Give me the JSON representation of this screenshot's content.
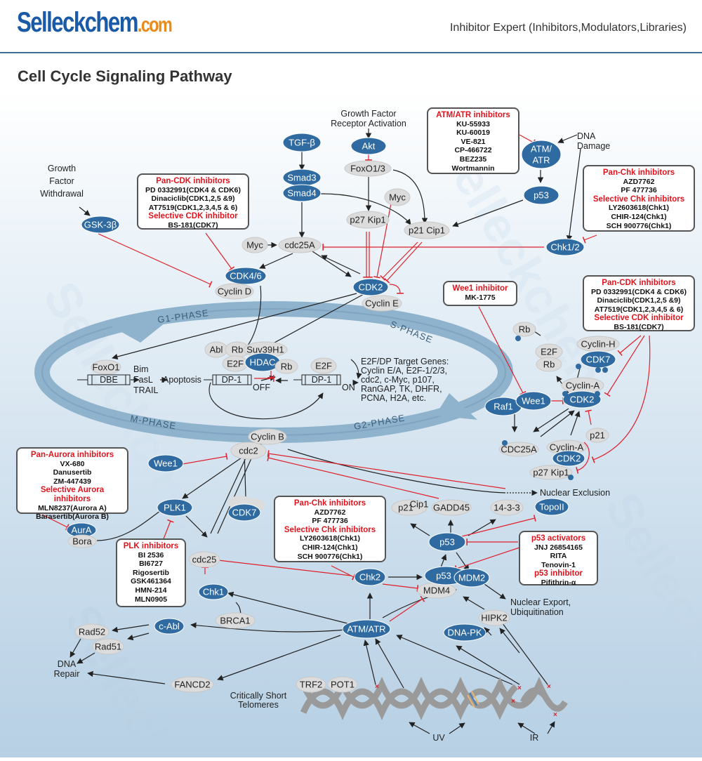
{
  "header": {
    "logo_main": "Selleckchem",
    "logo_domain": ".com",
    "tagline": "Inhibitor Expert (Inhibitors,Modulators,Libraries)"
  },
  "page_title": "Cell Cycle Signaling Pathway",
  "colors": {
    "protein_blue": "#2f6aa0",
    "protein_gray": "#dcdcdc",
    "inhibitor_red": "#e0202a",
    "brand_blue": "#1a5aa6",
    "brand_orange": "#e98a1a"
  },
  "labels": {
    "gf_receptor": [
      "Growth Factor",
      "Receptor Activation"
    ],
    "gf_withdrawal": [
      "Growth",
      "Factor",
      "Withdrawal"
    ],
    "dna_damage": [
      "DNA",
      "Damage"
    ],
    "bim_fasl_trail": [
      "Bim",
      "FasL",
      "TRAIL"
    ],
    "apoptosis": "Apoptosis",
    "off": "OFF",
    "on": "ON",
    "dbe": "DBE",
    "dp1_a": "DP-1",
    "dp1_b": "DP-1",
    "target_genes": [
      "E2F/DP Target Genes:",
      "Cyclin E/A, E2F-1/2/3,",
      "cdc2, c-Myc, p107,",
      "RanGAP, TK, DHFR,",
      "PCNA, H2A, etc."
    ],
    "nuclear_exclusion": "Nuclear Exclusion",
    "nuclear_export": [
      "Nuclear Export,",
      "Ubiquitination"
    ],
    "dna_repair": [
      "DNA",
      "Repair"
    ],
    "short_telomeres": [
      "Critically Short",
      "Telomeres"
    ],
    "uv": "UV",
    "ir": "IR",
    "phases": {
      "g1": "G1-PHASE",
      "s": "S-PHASE",
      "g2": "G2-PHASE",
      "m": "M-PHASE"
    }
  },
  "nodes": {
    "tgfb": "TGF-β",
    "akt": "Akt",
    "smad3": "Smad3",
    "smad4": "Smad4",
    "foxo13": "FoxO1/3",
    "myc_top": "Myc",
    "p27kip1_top": "p27 Kip1",
    "p21cip1_top": "p21 Cip1",
    "atm_atr_top": "ATM/ ATR",
    "p53_top": "p53",
    "chk12": "Chk1/2",
    "gsk3b": "GSK-3β",
    "myc": "Myc",
    "cdc25a": "cdc25A",
    "cdk46": "CDK4/6",
    "cyclin_d": "Cyclin D",
    "cdk2_top": "CDK2",
    "cyclin_e": "Cyclin E",
    "foxo1": "FoxO1",
    "abl": "Abl",
    "rb_a": "Rb",
    "suv39h1": "Suv39H1",
    "e2f_a": "E2F",
    "hdac": "HDAC",
    "rb_b": "Rb",
    "e2f_b": "E2F",
    "rb_p": "Rb",
    "e2f_c": "E2F",
    "rb_c": "Rb",
    "cyclin_h": "Cyclin-H",
    "cdk7_r": "CDK7",
    "cyclin_a": "Cyclin-A",
    "cdk2_mid": "CDK2",
    "raf1": "Raf1",
    "wee1_r": "Wee1",
    "p21_r": "p21",
    "cdc25a_r": "CDC25A",
    "cyclin_a2": "Cyclin-A",
    "cdk2_low": "CDK2",
    "p27kip1_r": "p27 Kip1",
    "cyclin_b": "Cyclin B",
    "cdc2": "cdc2",
    "wee1_l": "Wee1",
    "plk1": "PLK1",
    "cdk7_l": "CDK7",
    "aura": "AurA",
    "bora": "Bora",
    "cdc25": "cdc25",
    "chk1": "Chk1",
    "brca1": "BRCA1",
    "p21cip1_low": "p21",
    "p21cip1_low_sup": "Cip1",
    "gadd45": "GADD45",
    "p1433": "14-3-3",
    "topoii": "TopoII",
    "p53_mid": "p53",
    "chk2": "Chk2",
    "p53_low": "p53",
    "mdm2": "MDM2",
    "mdm4": "MDM4",
    "hipk2": "HIPK2",
    "dnapk": "DNA-PK",
    "atm_atr_low": "ATM/ATR",
    "cabl": "c-Abl",
    "rad52": "Rad52",
    "rad51": "Rad51",
    "fancd2": "FANCD2",
    "trf2": "TRF2",
    "pot1": "POT1",
    "phospho": "P"
  },
  "inhibitor_boxes": {
    "pan_cdk_left": {
      "heading1": "Pan-CDK inhibitors",
      "items1": [
        "PD 0332991(CDK4 & CDK6)",
        "Dinaciclib(CDK1,2,5 &9)",
        "AT7519(CDK1,2,3,4,5 & 6)"
      ],
      "heading2": "Selective CDK inhibitor",
      "items2": [
        "BS-181(CDK7)"
      ]
    },
    "atm_atr": {
      "heading1": "ATM/ATR inhibitors",
      "items1": [
        "KU-55933",
        "KU-60019",
        "VE-821",
        "CP-466722",
        "BEZ235",
        "Wortmannin"
      ]
    },
    "pan_chk_top": {
      "heading1": "Pan-Chk inhibitors",
      "items1": [
        "AZD7762",
        "PF 477736"
      ],
      "heading2": "Selective Chk inhibitors",
      "items2": [
        "LY2603618(Chk1)",
        "CHIR-124(Chk1)",
        "SCH 900776(Chk1)"
      ]
    },
    "wee1": {
      "heading1": "Wee1 inhibitor",
      "items1": [
        "MK-1775"
      ]
    },
    "pan_cdk_right": {
      "heading1": "Pan-CDK inhibitors",
      "items1": [
        "PD 0332991(CDK4 & CDK6)",
        "Dinaciclib(CDK1,2,5 &9)",
        "AT7519(CDK1,2,3,4,5 & 6)"
      ],
      "heading2": "Selective CDK inhibitor",
      "items2": [
        "BS-181(CDK7)"
      ]
    },
    "aurora": {
      "heading1": "Pan-Aurora inhibitors",
      "items1": [
        "VX-680",
        "Danusertib",
        "ZM-447439"
      ],
      "heading2": "Selective Aurora inhibitors",
      "items2": [
        "MLN8237(Aurora A)",
        "Barasertib(Aurora B)"
      ]
    },
    "plk": {
      "heading1": "PLK inhibitors",
      "items1": [
        "BI 2536",
        "BI6727",
        "Rigosertib",
        "GSK461364",
        "HMN-214",
        "MLN0905"
      ]
    },
    "pan_chk_low": {
      "heading1": "Pan-Chk inhibitors",
      "items1": [
        "AZD7762",
        "PF 477736"
      ],
      "heading2": "Selective Chk inhibitors",
      "items2": [
        "LY2603618(Chk1)",
        "CHIR-124(Chk1)",
        "SCH 900776(Chk1)"
      ]
    },
    "p53": {
      "heading1": "p53 activators",
      "items1": [
        "JNJ 26854165",
        "RITA",
        "Tenovin-1"
      ],
      "heading2": "p53 inhibitor",
      "items2": [
        "Pifithrin-α"
      ]
    }
  }
}
